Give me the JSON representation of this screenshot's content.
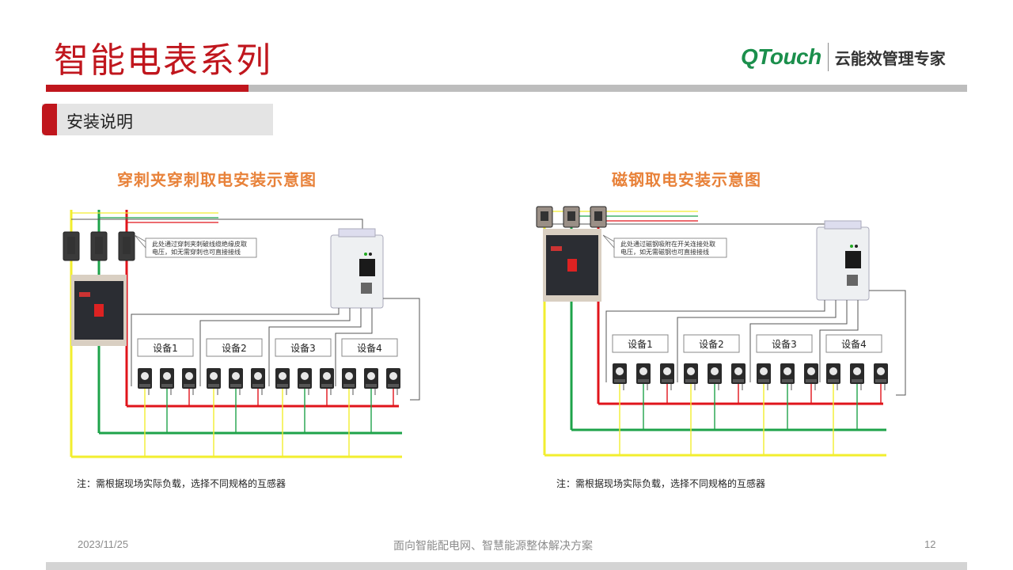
{
  "header": {
    "title": "智能电表系列",
    "logo_brand": "QTouch",
    "logo_slogan": "云能效管理专家"
  },
  "section": {
    "label": "安装说明"
  },
  "diagrams": [
    {
      "title": "穿刺夹穿刺取电安装示意图",
      "callout_line1": "此处通过穿刺夹刺破线缆绝缘皮取",
      "callout_line2": "电压，如无需穿刺也可直接接线",
      "devices": [
        "设备1",
        "设备2",
        "设备3",
        "设备4"
      ],
      "note": "注：需根据现场实际负载，选择不同规格的互感器"
    },
    {
      "title": "磁钢取电安装示意图",
      "callout_line1": "此处通过磁钢吸附在开关连接处取",
      "callout_line2": "电压，如无需磁钢也可直接接线",
      "devices": [
        "设备1",
        "设备2",
        "设备3",
        "设备4"
      ],
      "note": "注：需根据现场实际负载，选择不同规格的互感器"
    }
  ],
  "footer": {
    "date": "2023/11/25",
    "center": "面向智能配电网、智慧能源整体解决方案",
    "page": "12"
  },
  "colors": {
    "brand_red": "#c0161d",
    "brand_green": "#1b8f4c",
    "diagram_title": "#e8823a",
    "wire_yellow": "#f2ee2e",
    "wire_green": "#1ea34a",
    "wire_red": "#e0141b"
  }
}
